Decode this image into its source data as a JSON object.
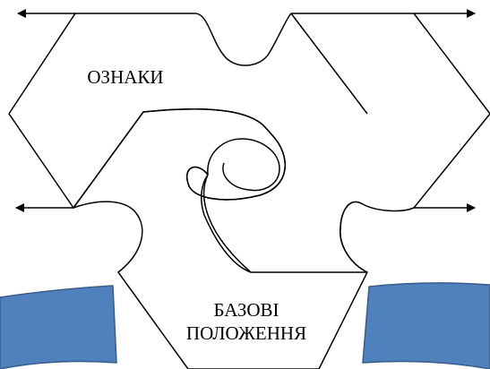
{
  "diagram": {
    "labels": {
      "signs": "ОЗНАКИ",
      "basic_line1": "БАЗОВІ",
      "basic_line2": "ПОЛОЖЕННЯ"
    },
    "colors": {
      "stroke": "#000000",
      "band_fill": "#4f81bd",
      "band_stroke": "#385d8a",
      "background": "#ffffff"
    }
  }
}
